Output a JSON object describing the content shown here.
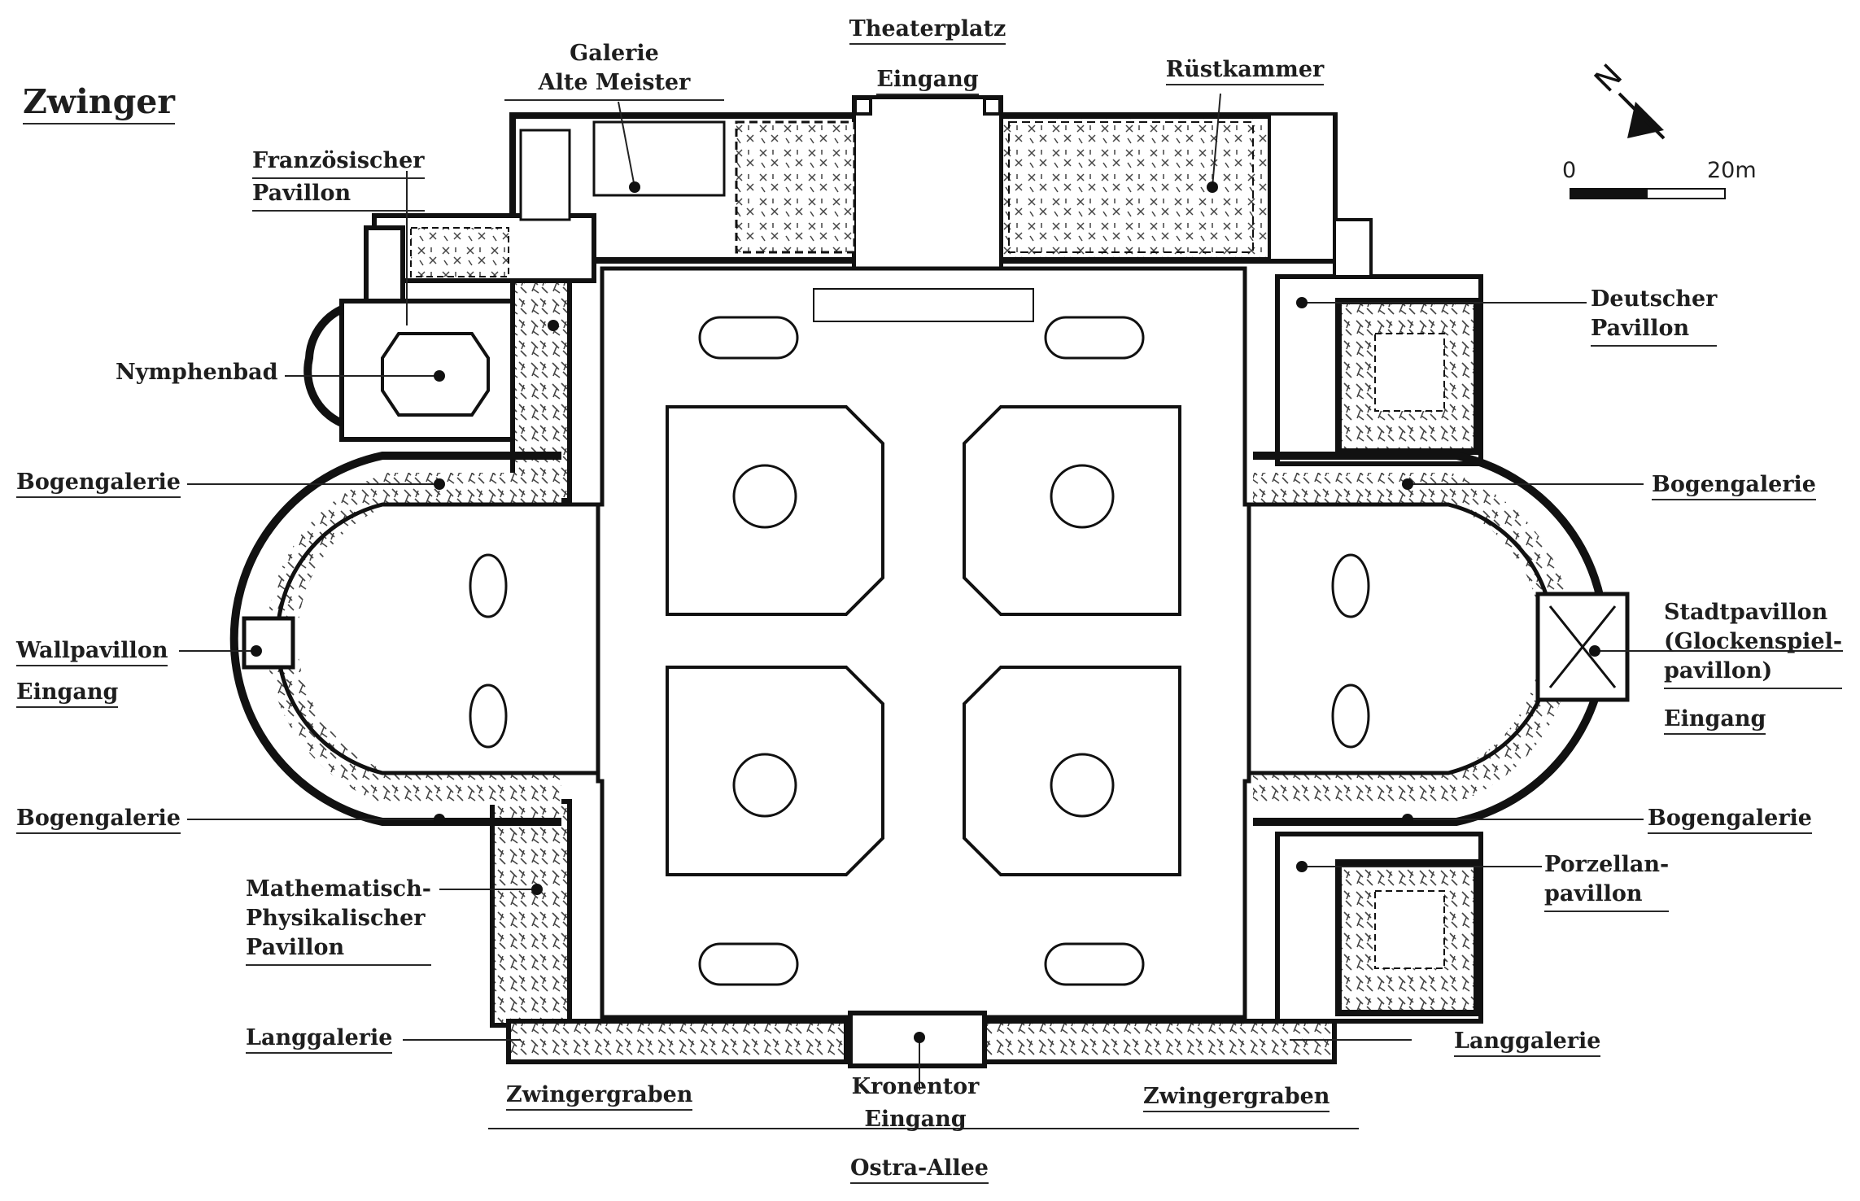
{
  "title": "Zwinger",
  "scale": {
    "start": "0",
    "end": "20",
    "unit": "m"
  },
  "north_arrow": {
    "letter": "N",
    "icon": "north-arrow-icon"
  },
  "labels": {
    "theaterplatz": "Theaterplatz",
    "eingang_top": "Eingang",
    "galerie_1": "Galerie",
    "galerie_2": "Alte Meister",
    "ruestkammer": "Rüstkammer",
    "franz_1": "Französischer",
    "franz_2": "Pavillon",
    "nymphenbad": "Nymphenbad",
    "bogengalerie_ul": "Bogengalerie",
    "wallpavillon": "Wallpavillon",
    "eingang_left": "Eingang",
    "bogengalerie_ll": "Bogengalerie",
    "math_1": "Mathematisch-",
    "math_2": "Physikalischer",
    "math_3": "Pavillon",
    "langgalerie_l": "Langgalerie",
    "zwingergraben_l": "Zwingergraben",
    "kronentor": "Kronentor",
    "eingang_bottom": "Eingang",
    "ostra_allee": "Ostra-Allee",
    "zwingergraben_r": "Zwingergraben",
    "langgalerie_r": "Langgalerie",
    "porz_1": "Porzellan-",
    "porz_2": "pavillon",
    "bogengalerie_lr": "Bogengalerie",
    "stadt_1": "Stadtpavillon",
    "stadt_2": "(Glockenspiel-",
    "stadt_3": "pavillon)",
    "eingang_right": "Eingang",
    "bogengalerie_ur": "Bogengalerie",
    "deutsch_1": "Deutscher",
    "deutsch_2": "Pavillon"
  },
  "colors": {
    "background": "#ffffff",
    "ink": "#1e1e1e",
    "hatch": "#444444",
    "panel": "#ffffff"
  }
}
